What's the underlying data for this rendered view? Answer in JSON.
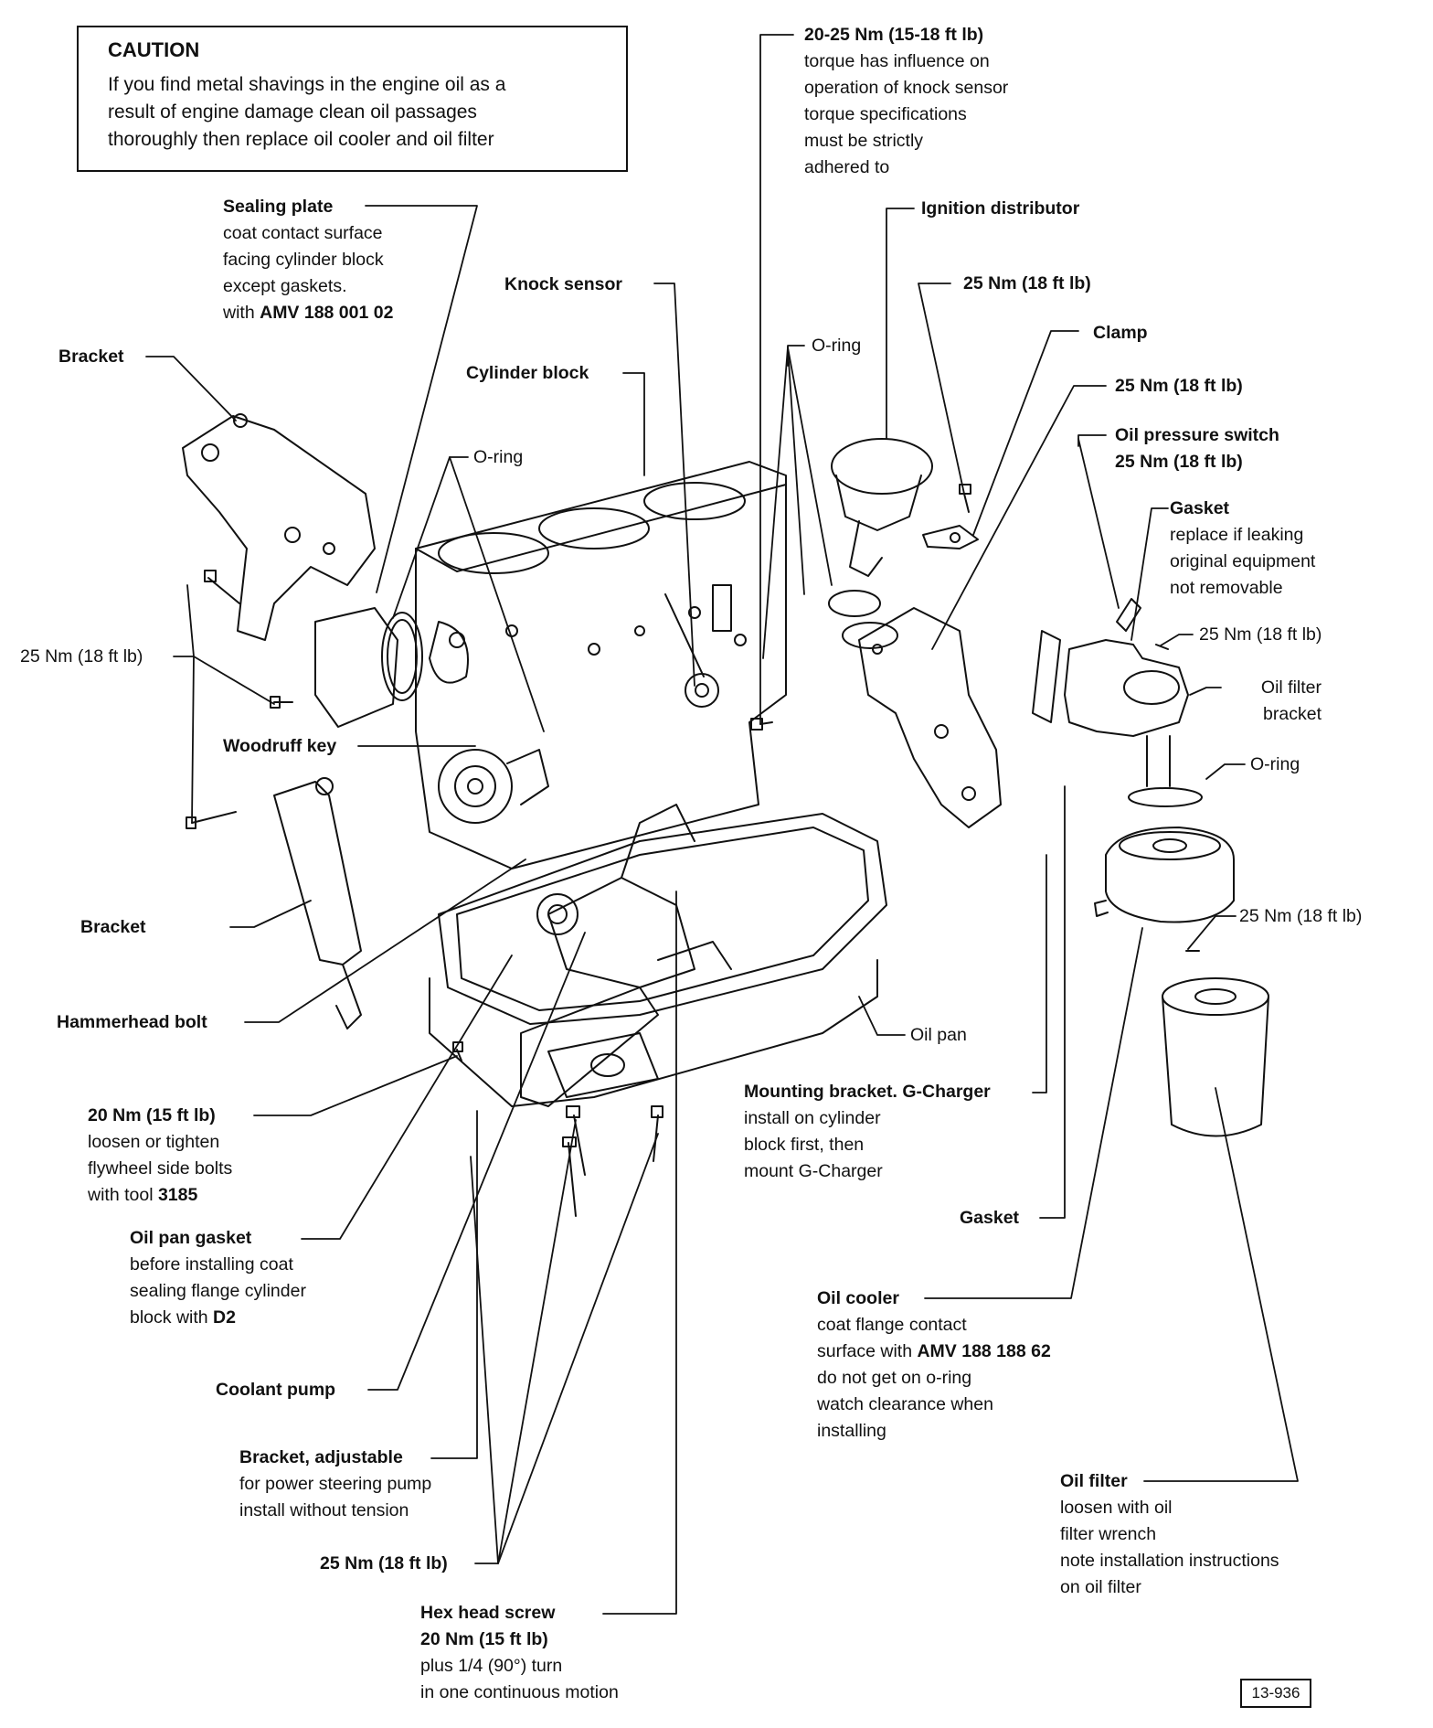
{
  "caution": {
    "title": "CAUTION",
    "lines": [
      "If you find metal shavings in the engine oil as a",
      "result of engine damage clean oil passages",
      "thoroughly then replace oil cooler and oil filter"
    ]
  },
  "figure_id": "13-936",
  "labels": {
    "knock_torque": {
      "title": "20-25 Nm (15-18 ft lb)",
      "lines": [
        "torque has influence on",
        "operation of knock sensor",
        "torque specifications",
        "must be strictly",
        "adhered to"
      ]
    },
    "sealing_plate": {
      "title": "Sealing plate",
      "lines": [
        "coat contact surface",
        "facing cylinder block",
        "except gaskets."
      ],
      "last_prefix": "with ",
      "last_bold": "AMV 188 001 02"
    },
    "ignition_distributor": {
      "title": "Ignition distributor"
    },
    "knock_sensor": {
      "title": "Knock sensor"
    },
    "torque_25_top": {
      "title": "25 Nm (18 ft lb)"
    },
    "clamp": {
      "title": "Clamp"
    },
    "o_ring_top": {
      "title": "O-ring"
    },
    "bracket_top": {
      "title": "Bracket"
    },
    "cylinder_block": {
      "title": "Cylinder block"
    },
    "torque_25_clamp": {
      "title": "25 Nm (18 ft lb)"
    },
    "oil_pressure_switch": {
      "title": "Oil pressure switch",
      "title2": "25 Nm (18 ft lb)"
    },
    "o_ring_mid": {
      "title": "O-ring"
    },
    "gasket_top": {
      "title": "Gasket",
      "lines": [
        "replace if leaking",
        "original equipment",
        "not removable"
      ]
    },
    "torque_25_left": {
      "title": "25 Nm (18 ft lb)"
    },
    "torque_25_bracket": {
      "title": "25 Nm (18 ft lb)"
    },
    "oil_filter_bracket": {
      "title": "Oil filter",
      "title2": "bracket"
    },
    "woodruff_key": {
      "title": "Woodruff key"
    },
    "o_ring_filter": {
      "title": "O-ring"
    },
    "bracket_mid": {
      "title": "Bracket"
    },
    "torque_25_cooler": {
      "title": "25 Nm (18 ft lb)"
    },
    "hammerhead_bolt": {
      "title": "Hammerhead bolt"
    },
    "oil_pan": {
      "title": "Oil pan"
    },
    "mounting_bracket": {
      "title": "Mounting bracket. G-Charger",
      "lines": [
        "install on cylinder",
        "block first, then",
        "mount G-Charger"
      ]
    },
    "torque_20": {
      "title": "20 Nm (15 ft lb)",
      "lines": [
        "loosen or tighten",
        "flywheel side bolts"
      ],
      "last_prefix": "with tool ",
      "last_bold": "3185"
    },
    "gasket_bottom": {
      "title": "Gasket"
    },
    "oil_pan_gasket": {
      "title": "Oil pan gasket",
      "lines": [
        "before installing coat",
        "sealing flange cylinder"
      ],
      "last_prefix": "block with ",
      "last_bold": "D2"
    },
    "oil_cooler": {
      "title": "Oil cooler",
      "line1": "coat flange contact",
      "line2_prefix": "surface with ",
      "line2_bold": "AMV 188 188 62",
      "lines": [
        "do not get on o-ring",
        "watch clearance when",
        "installing"
      ]
    },
    "coolant_pump": {
      "title": "Coolant pump"
    },
    "bracket_adjustable": {
      "title": "Bracket, adjustable",
      "lines": [
        "for power steering pump",
        "install without tension"
      ]
    },
    "oil_filter": {
      "title": "Oil filter",
      "lines": [
        "loosen with oil",
        "filter wrench",
        "note installation instructions",
        "on oil filter"
      ]
    },
    "torque_25_bottom": {
      "title": "25 Nm (18 ft lb)"
    },
    "hex_head_screw": {
      "title": "Hex head screw",
      "title2": "20 Nm (15 ft lb)",
      "lines": [
        "plus 1/4 (90°) turn",
        "in one continuous motion"
      ]
    }
  }
}
